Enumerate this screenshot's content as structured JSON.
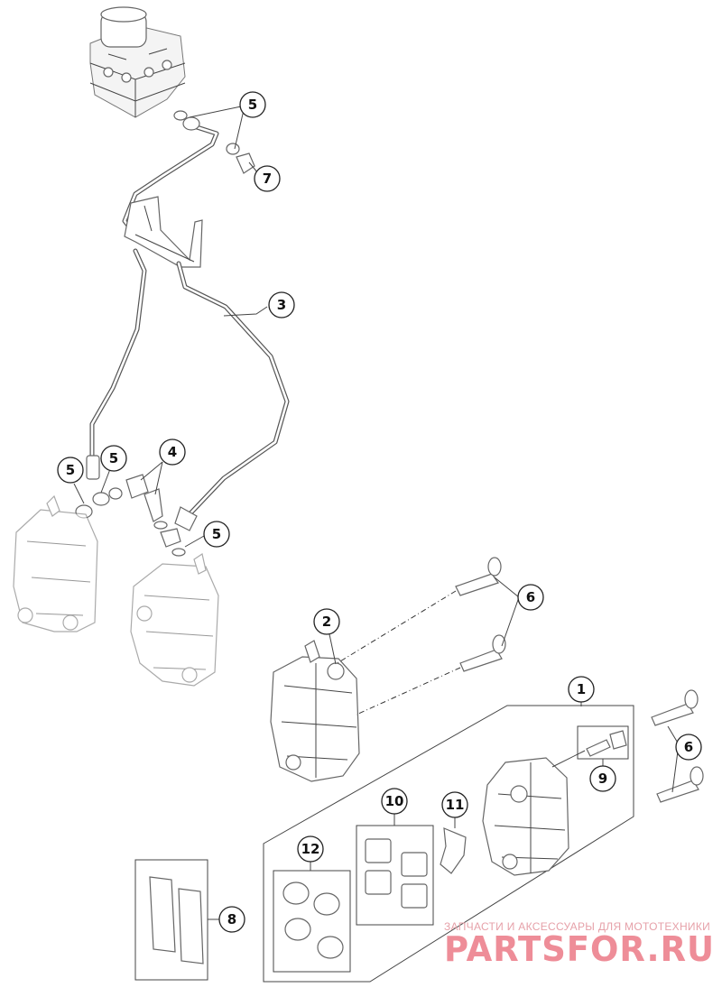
{
  "callouts": [
    {
      "id": "c5a",
      "text": "5"
    },
    {
      "id": "c7",
      "text": "7"
    },
    {
      "id": "c3",
      "text": "3"
    },
    {
      "id": "c5b",
      "text": "5"
    },
    {
      "id": "c5c",
      "text": "5"
    },
    {
      "id": "c4",
      "text": "4"
    },
    {
      "id": "c5d",
      "text": "5"
    },
    {
      "id": "c2",
      "text": "2"
    },
    {
      "id": "c6a",
      "text": "6"
    },
    {
      "id": "c1",
      "text": "1"
    },
    {
      "id": "c6b",
      "text": "6"
    },
    {
      "id": "c9",
      "text": "9"
    },
    {
      "id": "c10",
      "text": "10"
    },
    {
      "id": "c11",
      "text": "11"
    },
    {
      "id": "c12",
      "text": "12"
    },
    {
      "id": "c8",
      "text": "8"
    }
  ],
  "watermark": {
    "tagline": "ЗАПЧАСТИ И АКСЕССУАРЫ ДЛЯ МОТОТЕХНИКИ",
    "brand": "PARTSFOR.RU"
  },
  "colors": {
    "watermark": "#ee8d98",
    "line": "#444444"
  }
}
